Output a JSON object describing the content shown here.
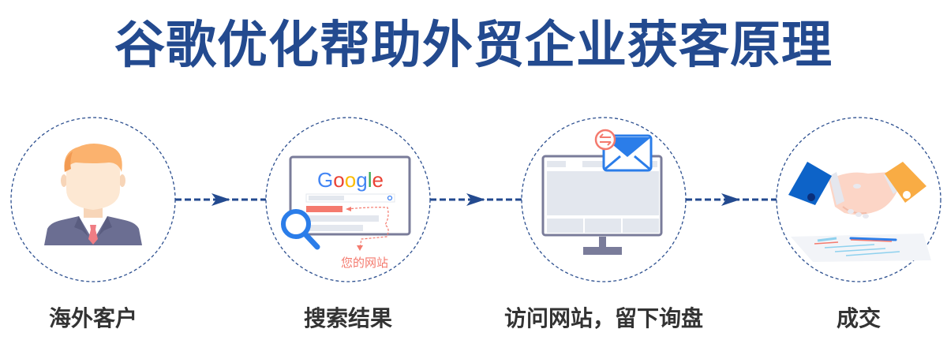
{
  "title": "谷歌优化帮助外贸企业获客原理",
  "colors": {
    "title": "#234a8f",
    "circle_border": "#2c4f8f",
    "arrow": "#234a8f",
    "label": "#333333",
    "google_blue": "#4285f4",
    "google_red": "#ea4335",
    "google_yellow": "#fbbc05",
    "google_green": "#34a853",
    "highlight_red": "#f47a6e",
    "monitor": "#7a7c9a",
    "placeholder": "#e3e7ee"
  },
  "steps": [
    {
      "id": "overseas-customer",
      "label": "海外客户",
      "icon": "businessman-icon"
    },
    {
      "id": "search-results",
      "label": "搜索结果",
      "icon": "google-search-icon",
      "google_logo": "Google",
      "annotation": "您的网站"
    },
    {
      "id": "visit-site",
      "label": "访问网站，留下询盘",
      "icon": "monitor-email-icon"
    },
    {
      "id": "deal",
      "label": "成交",
      "icon": "handshake-icon"
    }
  ]
}
